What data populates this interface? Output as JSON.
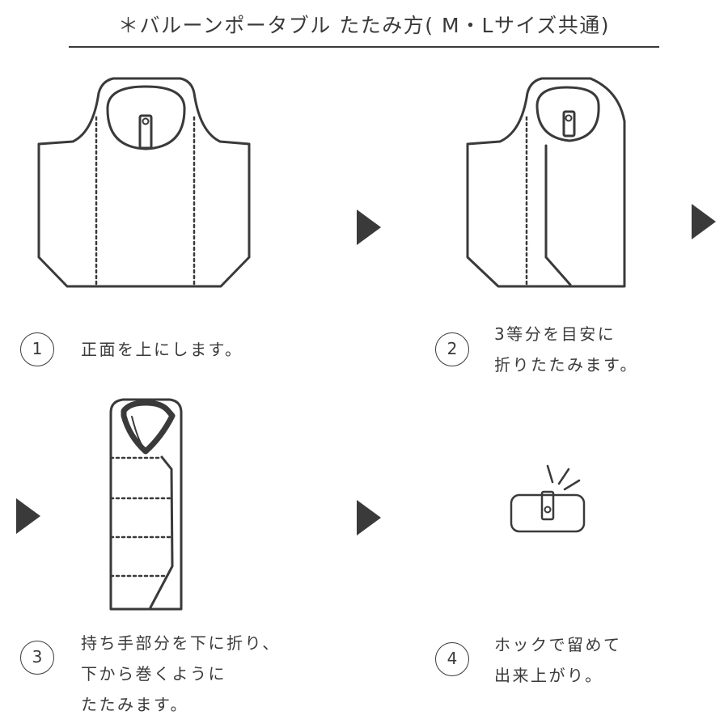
{
  "title": "＊バルーンポータブル たたみ方( M・Lサイズ共通)",
  "steps": [
    {
      "number": "1",
      "lines": [
        "正面を上にします。"
      ]
    },
    {
      "number": "2",
      "lines": [
        "3等分を目安に",
        "折りたたみます。"
      ]
    },
    {
      "number": "3",
      "lines": [
        "持ち手部分を下に折り、",
        "下から巻くように",
        "たたみます。"
      ]
    },
    {
      "number": "4",
      "lines": [
        "ホックで留めて",
        "出来上がり。"
      ]
    }
  ],
  "colors": {
    "line": "#3a3a3a",
    "background": "#ffffff"
  },
  "icons": [
    "bag-front-illustration",
    "bag-folded-thirds-illustration",
    "bag-rolled-illustration",
    "bag-snapped-illustration",
    "arrow-right-icon"
  ]
}
